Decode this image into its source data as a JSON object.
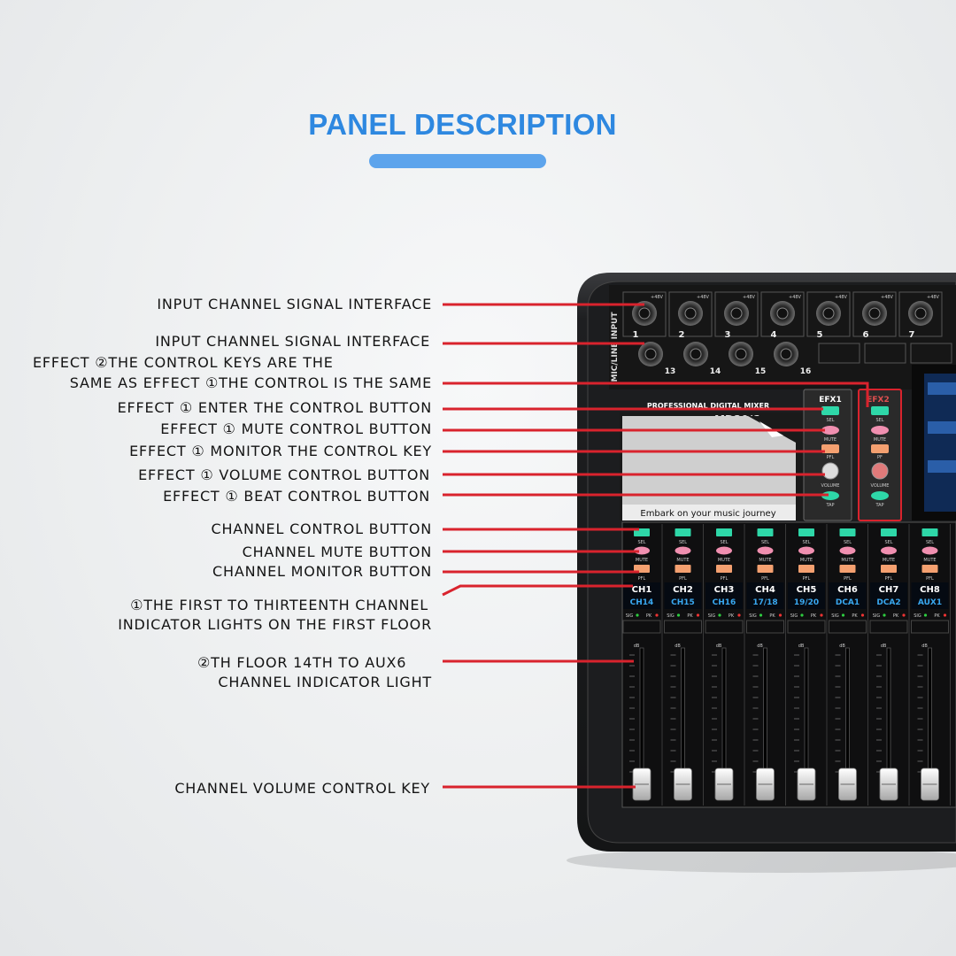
{
  "header": {
    "title": "PANEL DESCRIPTION",
    "accent": "#2e88e0"
  },
  "callouts": {
    "input_interface_1": "INPUT CHANNEL SIGNAL INTERFACE",
    "input_interface_2": "INPUT CHANNEL SIGNAL INTERFACE",
    "efx2_line1": "EFFECT ②THE CONTROL KEYS ARE THE",
    "efx2_line2": "SAME AS EFFECT ①THE CONTROL IS THE SAME",
    "efx_enter": "EFFECT ① ENTER THE CONTROL BUTTON",
    "efx_mute": "EFFECT ① MUTE CONTROL BUTTON",
    "efx_monitor": "EFFECT ① MONITOR THE CONTROL KEY",
    "efx_volume": "EFFECT ① VOLUME CONTROL BUTTON",
    "efx_beat": "EFFECT ① BEAT CONTROL BUTTON",
    "ch_control": "CHANNEL CONTROL BUTTON",
    "ch_mute": "CHANNEL MUTE BUTTON",
    "ch_monitor": "CHANNEL MONITOR BUTTON",
    "first_floor_line1": "①THE FIRST TO THIRTEENTH CHANNEL",
    "first_floor_line2": "INDICATOR LIGHTS ON THE FIRST FLOOR",
    "second_floor_line1": "②TH FLOOR 14TH TO AUX6",
    "second_floor_line2": "CHANNEL INDICATOR LIGHT",
    "volume_key": "CHANNEL VOLUME CONTROL KEY"
  },
  "mixer": {
    "model": "MD20/6",
    "subtitle": "PROFESSIONAL DIGITAL MIXER",
    "tagline": "Embark on your music journey",
    "mic_input_label": "MIC/LINE INPUT",
    "phantom_label": "+48V",
    "inputs_top": [
      "1",
      "2",
      "3",
      "4",
      "5",
      "6",
      "7"
    ],
    "inputs_bottom": [
      "13",
      "14",
      "15",
      "16"
    ],
    "efx1": {
      "title": "EFX1",
      "sel": "SEL",
      "mute": "MUTE",
      "pfl": "PFL",
      "volume": "VOLUME",
      "tap": "TAP"
    },
    "efx2": {
      "title": "EFX2",
      "sel": "SEL",
      "mute": "MUTE",
      "pfl": "PF",
      "volume": "VOLUME",
      "tap": "TAP"
    },
    "strip_button_labels": {
      "sel": "SEL",
      "mute": "MUTE",
      "pfl": "PFL",
      "sig": "SIG",
      "pk": "PK",
      "db": "dB"
    },
    "channels_top": [
      "CH1",
      "CH2",
      "CH3",
      "CH4",
      "CH5",
      "CH6",
      "CH7",
      "CH8"
    ],
    "channels_bottom": [
      "CH14",
      "CH15",
      "CH16",
      "17/18",
      "19/20",
      "DCA1",
      "DCA2",
      "AUX1"
    ],
    "colors": {
      "sel": "#2ed7a8",
      "mute": "#f08fb0",
      "pfl": "#f4a070",
      "line": "#d9232d",
      "lcd_top": "#ffffff",
      "lcd_bottom": "#39a8f0"
    }
  }
}
